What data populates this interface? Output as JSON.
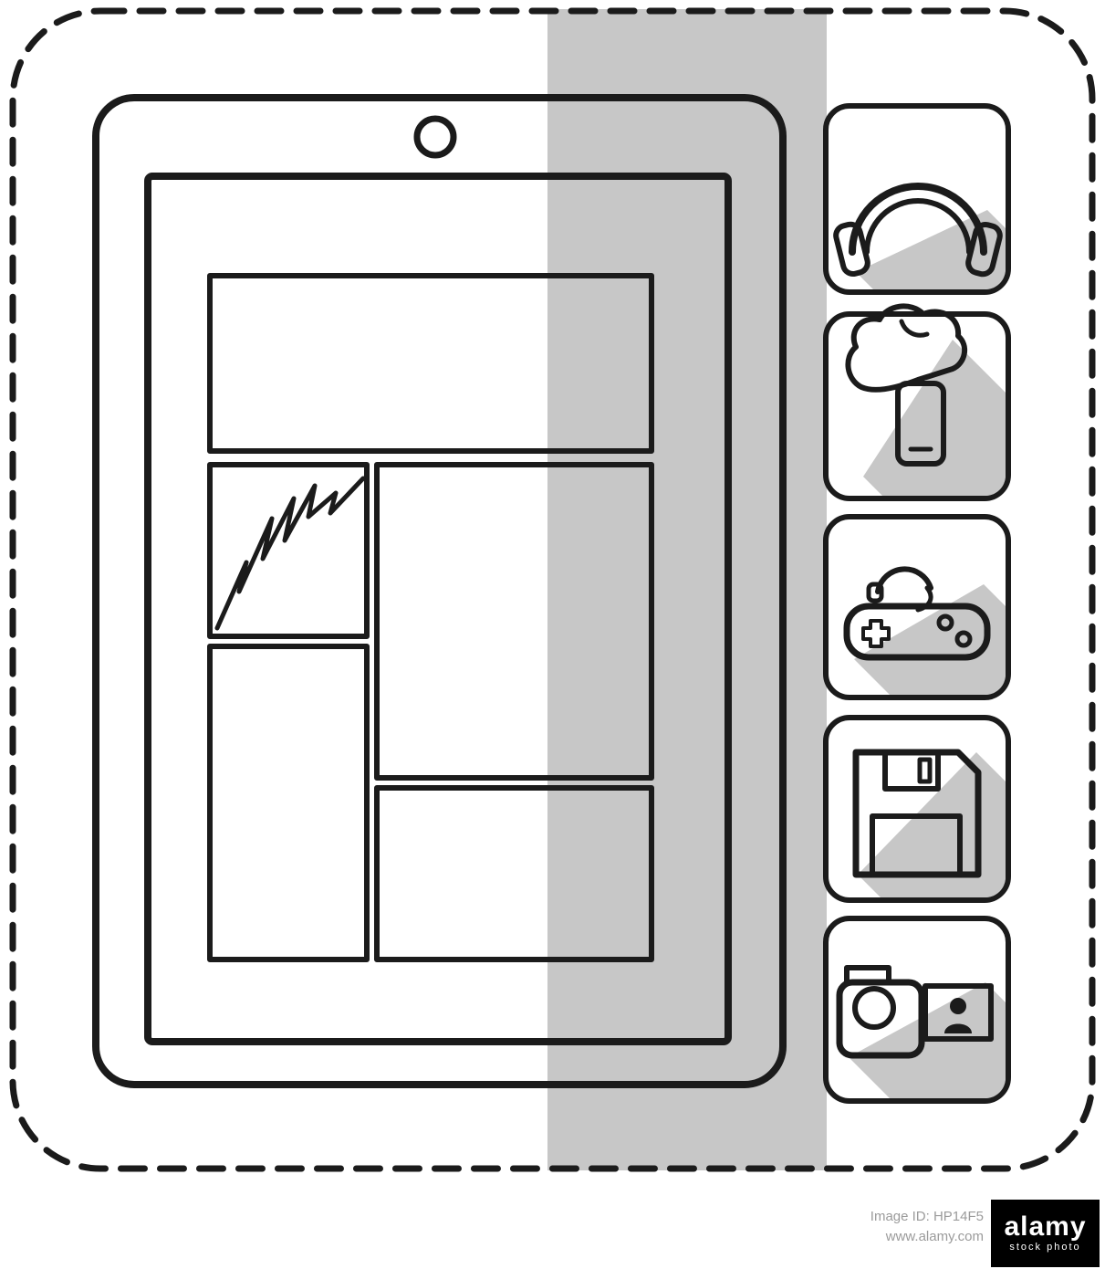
{
  "colors": {
    "line": "#1b1b1b",
    "fold_shade": "#c7c7c7",
    "long_shadow": "#c7c7c7",
    "background": "#ffffff",
    "watermark_text": "#9b9b9b",
    "badge_background": "#000000",
    "badge_text": "#ffffff"
  },
  "illustration": {
    "subject": "sticker of tablet with wireframe screen layout and multimedia icon buttons",
    "wireframe_blocks": [
      "header-banner-block",
      "broken-image-block",
      "left-column-block",
      "right-column-block",
      "bottom-right-block"
    ],
    "icon_buttons": [
      {
        "name": "headphones-icon"
      },
      {
        "name": "hand-with-smartphone-icon"
      },
      {
        "name": "gamepad-with-headset-icon"
      },
      {
        "name": "floppy-disk-icon"
      },
      {
        "name": "video-camera-with-photo-icon"
      }
    ]
  },
  "watermark": {
    "image_id": "Image ID: HP14F5",
    "url": "www.alamy.com",
    "brand": "alamy",
    "brand_tagline": "stock photo"
  }
}
